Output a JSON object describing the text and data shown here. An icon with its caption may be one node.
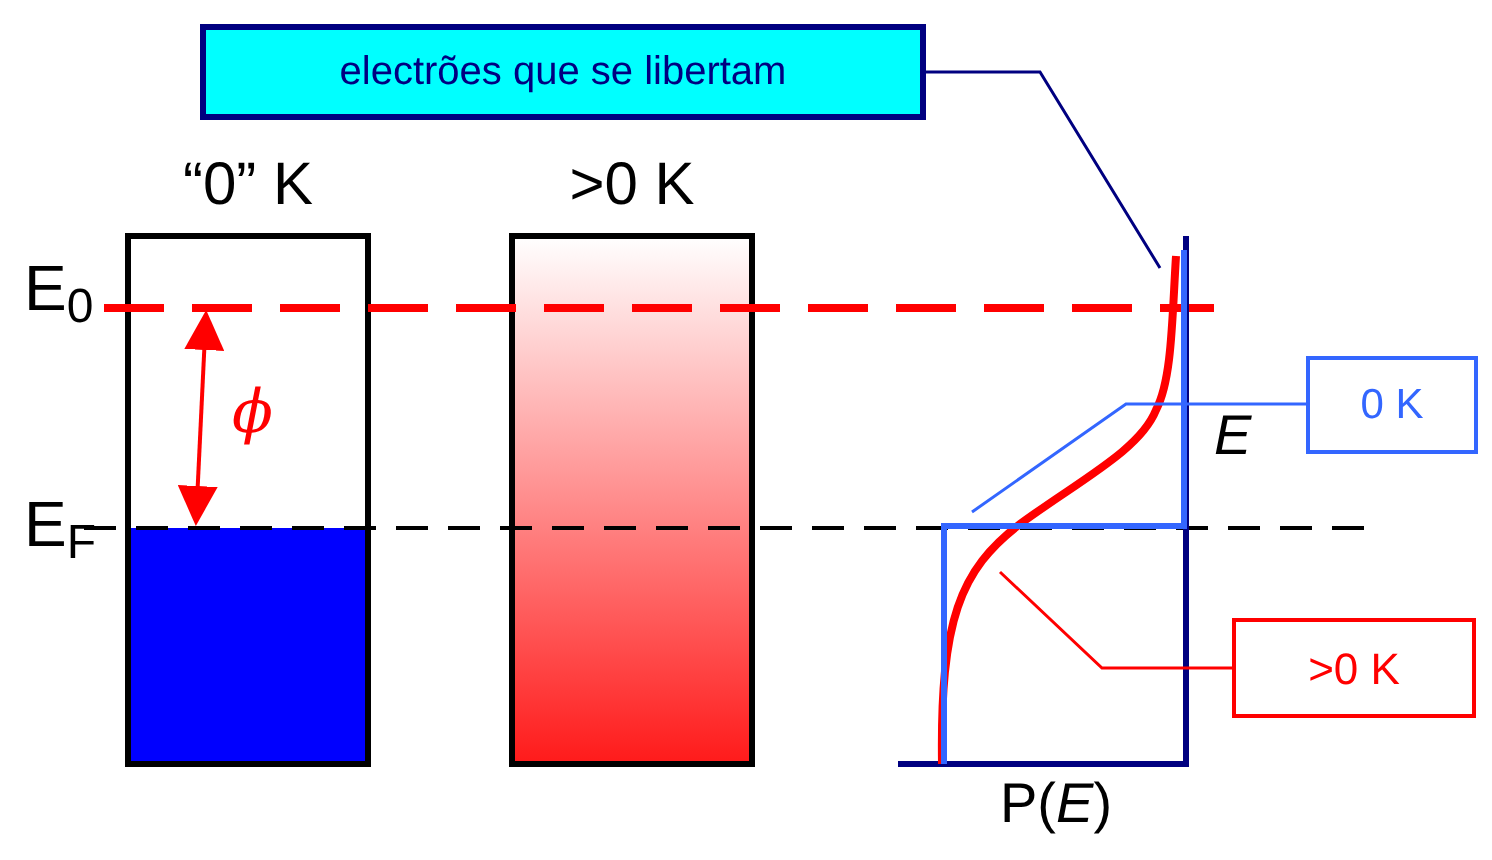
{
  "diagram": {
    "nodes": [
      {
        "text": [
          "electrões que se libertam"
        ]
      },
      {
        "text": [
          "0 K"
        ]
      },
      {
        "text": [
          ">0 K"
        ]
      },
      {
        "text": [
          "“0” K"
        ]
      },
      {
        "text": [
          ">0 K"
        ]
      },
      {
        "text": [],
        "shape": "curve"
      },
      {
        "text": [],
        "shape": "line"
      }
    ],
    "edges": [
      {
        "from": 0,
        "to": 5,
        "arrow": "none",
        "color": "#000080"
      },
      {
        "from": 1,
        "to": 6,
        "arrow": "none",
        "color": "#3366ff"
      },
      {
        "from": 2,
        "to": 5,
        "arrow": "none",
        "color": "#ff0000"
      }
    ],
    "labels": [
      "E$_{0}$",
      "E$_{F}$",
      "ϕ",
      "E",
      "P(*E*)"
    ]
  }
}
